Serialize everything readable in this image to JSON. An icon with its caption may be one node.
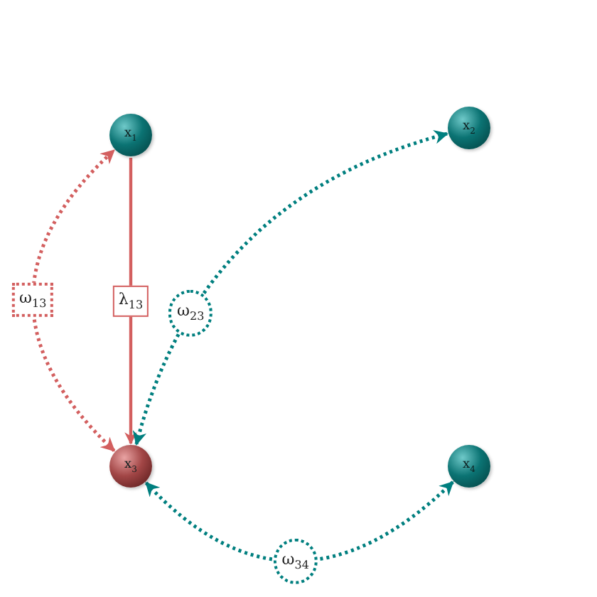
{
  "diagram": {
    "nodes": [
      {
        "text": [
          "x$_{1}$"
        ]
      },
      {
        "text": [
          "x$_{2}$"
        ]
      },
      {
        "text": [
          "x$_{3}$"
        ]
      },
      {
        "text": [
          "x$_{4}$"
        ]
      }
    ],
    "edges": [
      {
        "from": 0,
        "to": 2,
        "arrow": "to",
        "label": "λ$_{13}$",
        "color": "#d35f5f"
      },
      {
        "from": 2,
        "to": 0,
        "arrow": "both",
        "label": "ω$_{13}$",
        "style": "dashed",
        "color": "#d35f5f"
      },
      {
        "from": 2,
        "to": 1,
        "arrow": "both",
        "label": "ω$_{23}$",
        "style": "dashed",
        "color": "#007f7f"
      },
      {
        "from": 2,
        "to": 3,
        "arrow": "both",
        "label": "ω$_{34}$",
        "style": "dashed",
        "color": "#007f7f"
      }
    ]
  }
}
